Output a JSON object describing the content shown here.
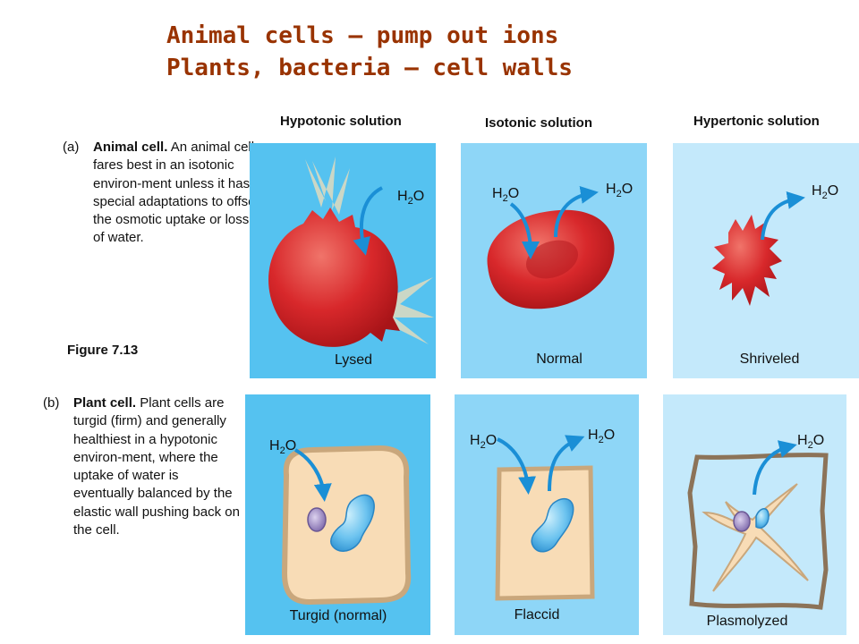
{
  "title": {
    "line1": "Animal cells – pump out ions",
    "line2": "Plants, bacteria – cell walls"
  },
  "column_headers": {
    "hypotonic": "Hypotonic solution",
    "isotonic": "Isotonic solution",
    "hypertonic": "Hypertonic solution"
  },
  "animal": {
    "label": "(a)",
    "heading": "Animal cell.",
    "text": "An animal cell fares best in an isotonic environ-ment unless it has special adaptations to offset the osmotic uptake or loss of water."
  },
  "figure_label": "Figure 7.13",
  "plant": {
    "label": "(b)",
    "heading": "Plant cell.",
    "text": "Plant cells are turgid (firm) and generally healthiest in a hypotonic environ-ment, where the uptake of water is eventually balanced by the elastic wall pushing back on the cell."
  },
  "water": {
    "symbol": "H",
    "sub": "2",
    "end": "O"
  },
  "panels": {
    "lysed": "Lysed",
    "normal": "Normal",
    "shriveled": "Shriveled",
    "turgid": "Turgid (normal)",
    "flaccid": "Flaccid",
    "plasmolyzed": "Plasmolyzed"
  },
  "colors": {
    "title": "#993300",
    "hypotonic_bg": "#55c2f0",
    "isotonic_bg": "#8ed6f7",
    "hypertonic_bg": "#c4e9fb",
    "arrow": "#1a8fd6",
    "red_cell": "#d8282b",
    "plant_cytoplasm": "#f8dcb6",
    "plant_wall": "#c9a77c",
    "vacuole": "#4aaee6"
  }
}
